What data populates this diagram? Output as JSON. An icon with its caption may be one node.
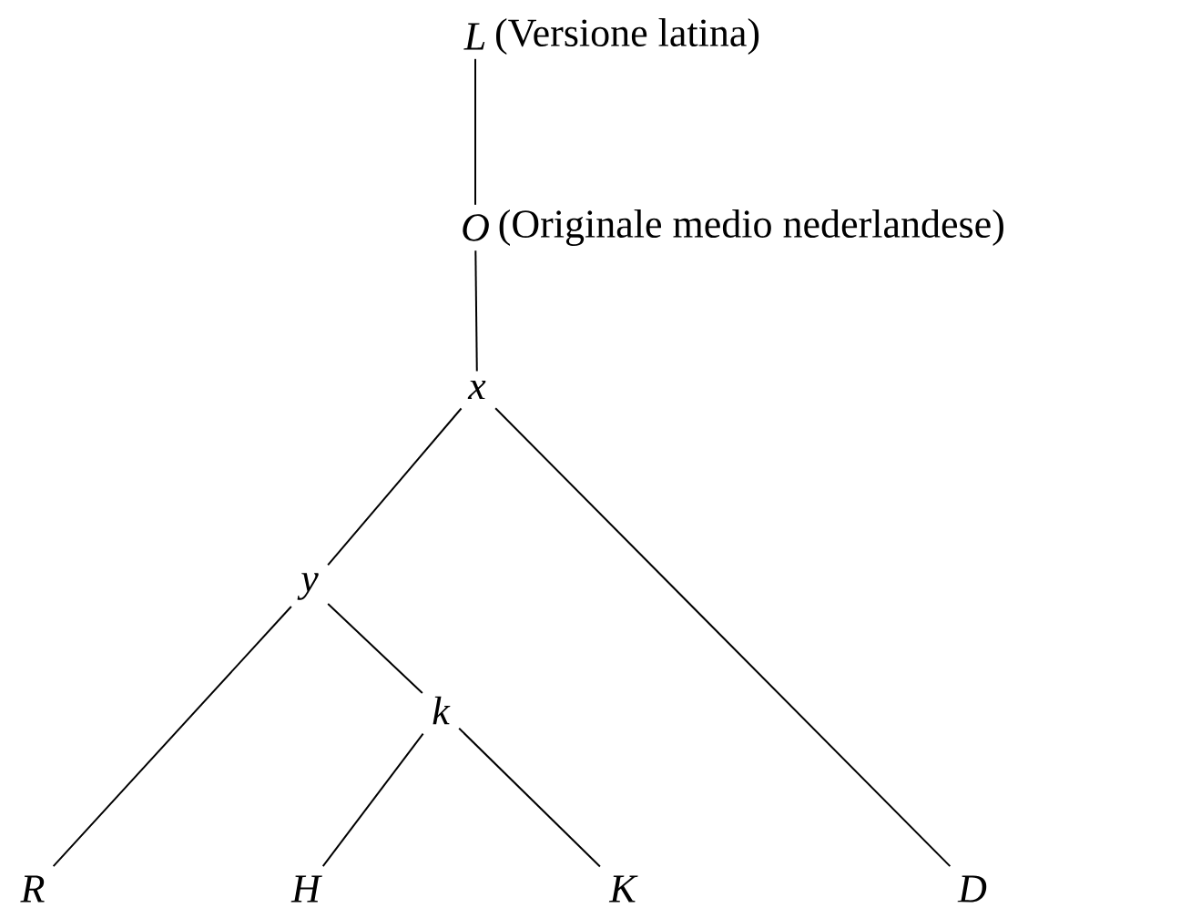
{
  "diagram": {
    "nodes": [
      {
        "text": [
          "L"
        ],
        "beside": [
          "(Versione latina)"
        ]
      },
      {
        "text": [
          "O"
        ],
        "beside": [
          "(Originale medio nederlandese)"
        ]
      },
      {
        "text": [
          "x"
        ]
      },
      {
        "text": [
          "y"
        ]
      },
      {
        "text": [
          "k"
        ]
      },
      {
        "text": [
          "R"
        ]
      },
      {
        "text": [
          "H"
        ]
      },
      {
        "text": [
          "K"
        ]
      },
      {
        "text": [
          "D"
        ]
      }
    ],
    "edges": [
      {
        "from": 0,
        "to": 1,
        "arrow": "none"
      },
      {
        "from": 1,
        "to": 2,
        "arrow": "none"
      },
      {
        "from": 2,
        "to": 3,
        "arrow": "none"
      },
      {
        "from": 2,
        "to": 8,
        "arrow": "none"
      },
      {
        "from": 3,
        "to": 5,
        "arrow": "none"
      },
      {
        "from": 3,
        "to": 4,
        "arrow": "none"
      },
      {
        "from": 4,
        "to": 6,
        "arrow": "none"
      },
      {
        "from": 4,
        "to": 7,
        "arrow": "none"
      }
    ]
  }
}
